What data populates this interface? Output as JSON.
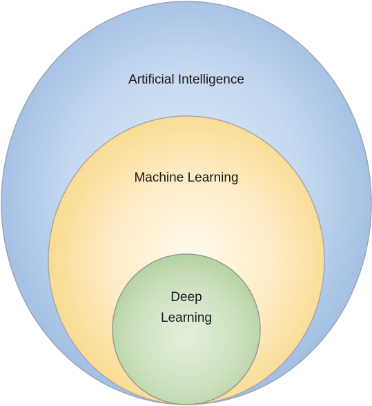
{
  "diagram": {
    "type": "nested-circles",
    "outer": {
      "label": "Artificial Intelligence",
      "color": "#a9c4e6"
    },
    "middle": {
      "label": "Machine Learning",
      "color": "#fbe3a2"
    },
    "inner": {
      "label_line1": "Deep",
      "label_line2": "Learning",
      "color": "#c5dcb4"
    }
  }
}
